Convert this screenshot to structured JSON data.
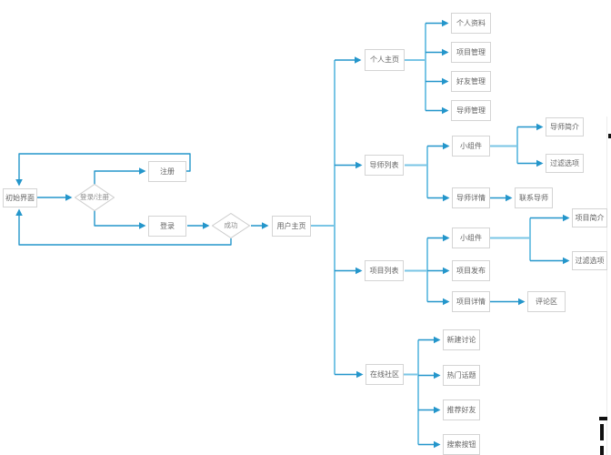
{
  "diagram": {
    "line_color": "#2496cb",
    "trunk_color": "#79c5e5",
    "node_border_color": "#d4d4d4",
    "nodes": {
      "initial": {
        "label": "初始界面"
      },
      "login_register": {
        "label": "登录/注册"
      },
      "register": {
        "label": "注册"
      },
      "login": {
        "label": "登录"
      },
      "success": {
        "label": "成功"
      },
      "user_home": {
        "label": "用户主页"
      },
      "personal_home": {
        "label": "个人主页"
      },
      "personal_info": {
        "label": "个人资料"
      },
      "project_manage": {
        "label": "项目管理"
      },
      "friend_manage": {
        "label": "好友管理"
      },
      "mentor_manage": {
        "label": "导师管理"
      },
      "mentor_list": {
        "label": "导师列表"
      },
      "mentor_widget": {
        "label": "小组件"
      },
      "mentor_intro": {
        "label": "导师简介"
      },
      "mentor_filter": {
        "label": "过滤选项"
      },
      "mentor_detail": {
        "label": "导师详情"
      },
      "contact_mentor": {
        "label": "联系导师"
      },
      "project_list": {
        "label": "项目列表"
      },
      "project_widget": {
        "label": "小组件"
      },
      "project_intro": {
        "label": "项目简介"
      },
      "project_filter": {
        "label": "过滤选项"
      },
      "project_publish": {
        "label": "项目发布"
      },
      "project_detail": {
        "label": "项目详情"
      },
      "comment_area": {
        "label": "评论区"
      },
      "community": {
        "label": "在线社区"
      },
      "new_discussion": {
        "label": "新建讨论"
      },
      "hot_topics": {
        "label": "热门话题"
      },
      "recommend_friends": {
        "label": "推荐好友"
      },
      "search_button": {
        "label": "搜索按钮"
      }
    }
  }
}
